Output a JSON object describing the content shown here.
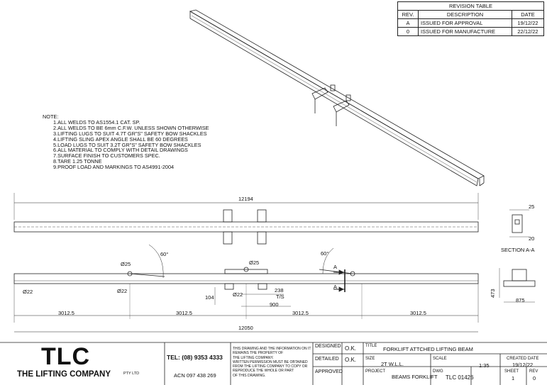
{
  "revision_table": {
    "title": "REVISION TABLE",
    "headers": [
      "REV.",
      "DESCRIPTION",
      "DATE"
    ],
    "rows": [
      {
        "rev": "A",
        "description": "ISSUED FOR APPROVAL",
        "date": "19/12/22"
      },
      {
        "rev": "0",
        "description": "ISSUED FOR MANUFACTURE",
        "date": "22/12/22"
      }
    ]
  },
  "notes": {
    "heading": "NOTE:",
    "items": [
      "1.ALL WELDS TO AS1554.1 CAT. SP.",
      "2.ALL WELDS TO BE 6mm C.F.W. UNLESS SHOWN OTHERWISE",
      "3.LIFTING LUGS TO SUIT 4.7T GR\"S\" SAFETY BOW SHACKLES",
      "4.LIFTING SLING APEX ANGLE SHALL BE 60 DEGREES",
      "5.LOAD LUGS TO SUIT 3.2T GR\"S\" SAFETY BOW SHACKLES",
      "6.ALL MATERIAL TO COMPLY WITH DETAIL DRAWINGS",
      "7.SURFACE FINISH TO CUSTOMERS SPEC.",
      "8.TARE 1.25 TONNE",
      "9.PROOF LOAD AND MARKINGS TO AS4991-2004"
    ]
  },
  "dimensions": {
    "overall_top": "12194",
    "overall_bottom": "12050",
    "spacing": "3012.5",
    "hole_25": "Ø25",
    "hole_22": "Ø22",
    "angle": "60°",
    "lug_height": "104",
    "lug_thk": "T/S",
    "lug_238": "238",
    "lug_900": "900",
    "section_top": "25",
    "section_bottom": "20",
    "section_width": "875",
    "section_height": "473",
    "section_marker": "A",
    "section_label": "SECTION A-A"
  },
  "title_block": {
    "logo": "TLC",
    "company": "THE LIFTING COMPANY",
    "pty": "PTY LTD",
    "tel": "TEL: (08) 9353 4333",
    "acn": "ACN 097 438 269",
    "disclaimer": [
      "THIS DRAWING AND THE INFORMATION ON IT",
      "REMAINS THE PROPERTY OF",
      "THE LIFTING COMPANY.",
      "WRITTEN PERMISSION MUST BE OBTAINED",
      "FROM THE LIFTING COMPANY TO COPY OR",
      "REPRODUCE THE WHOLE OR PART",
      "OF THIS DRAWING."
    ],
    "designed_label": "DESIGNED",
    "designed_value": "O.K.",
    "detailed_label": "DETAILED",
    "detailed_value": "O.K.",
    "approved_label": "APPROVED",
    "title_label": "TITLE",
    "title_value": "FORKLIFT ATTCHED LIFTING BEAM",
    "size_label": "SIZE",
    "size_value": "2T W.L.L.",
    "scale_label": "SCALE",
    "scale_value": "1:35",
    "created_label": "CREATED DATE",
    "created_value": "19/12/22",
    "project_label": "PROJECT",
    "project_value": "BEAMS FORKLIFT",
    "dwg_label": "DWG",
    "dwg_value": "TLC 01426",
    "sheet_label": "SHEET",
    "sheet_value": "1",
    "rev_label": "REV",
    "rev_value": "0"
  }
}
